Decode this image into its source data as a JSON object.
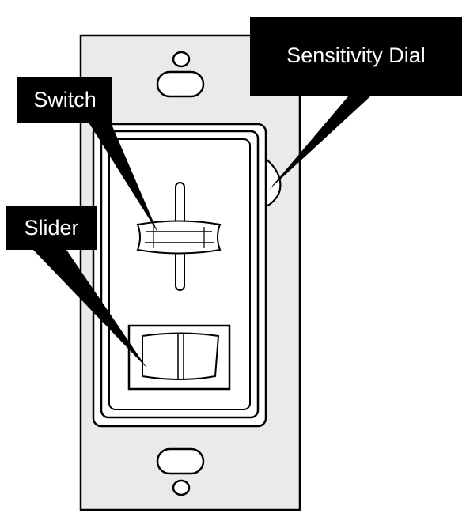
{
  "labels": {
    "sensitivity_dial": "Sensitivity Dial",
    "switch": "Switch",
    "slider": "Slider"
  },
  "colors": {
    "plate": "#eaeaea",
    "outline": "#000000",
    "callout_bg": "#000000",
    "callout_text": "#ffffff",
    "device": "#ffffff"
  }
}
